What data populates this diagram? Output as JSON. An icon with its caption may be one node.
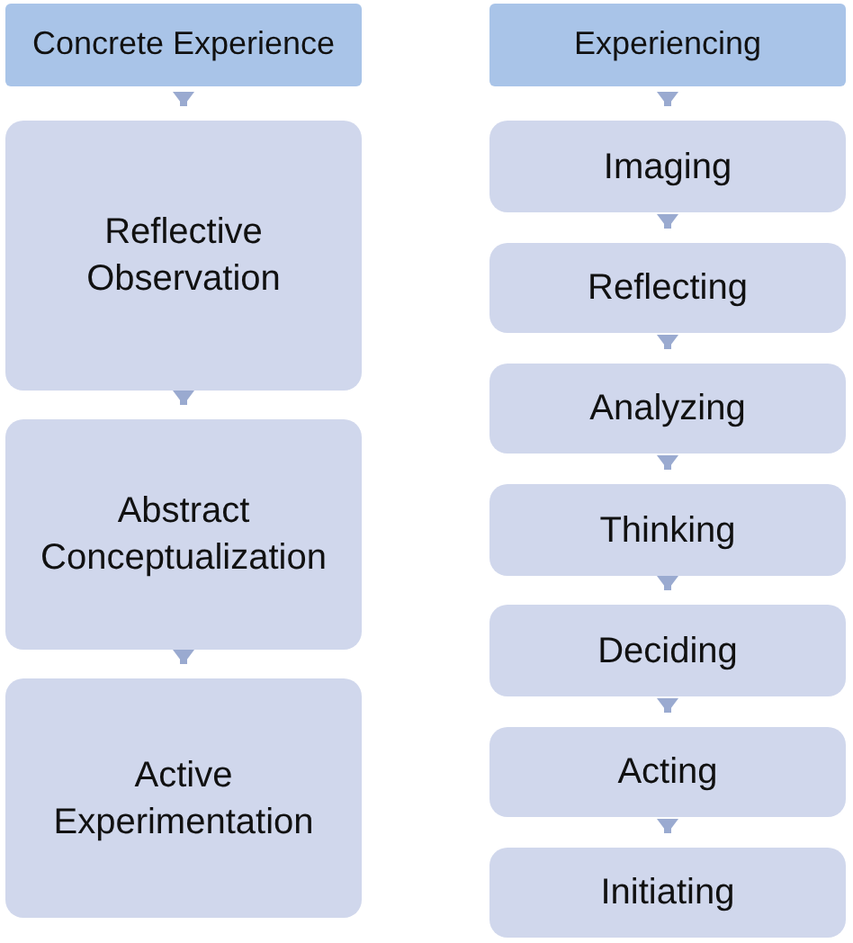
{
  "diagram": {
    "nodes": [
      {
        "text": [
          "Concrete Experience"
        ]
      },
      {
        "text": [
          "Reflective Observation"
        ]
      },
      {
        "text": [
          "Abstract Conceptualization"
        ]
      },
      {
        "text": [
          "Active Experimentation"
        ]
      },
      {
        "text": [
          "Experiencing"
        ]
      },
      {
        "text": [
          "Imaging"
        ]
      },
      {
        "text": [
          "Reflecting"
        ]
      },
      {
        "text": [
          "Analyzing"
        ]
      },
      {
        "text": [
          "Thinking"
        ]
      },
      {
        "text": [
          "Deciding"
        ]
      },
      {
        "text": [
          "Acting"
        ]
      },
      {
        "text": [
          "Initiating"
        ]
      }
    ],
    "edges": [
      {
        "from": 0,
        "to": 1,
        "arrow": "to"
      },
      {
        "from": 1,
        "to": 2,
        "arrow": "to"
      },
      {
        "from": 2,
        "to": 3,
        "arrow": "to"
      },
      {
        "from": 4,
        "to": 5,
        "arrow": "to"
      },
      {
        "from": 5,
        "to": 6,
        "arrow": "to"
      },
      {
        "from": 6,
        "to": 7,
        "arrow": "to"
      },
      {
        "from": 7,
        "to": 8,
        "arrow": "to"
      },
      {
        "from": 8,
        "to": 9,
        "arrow": "to"
      },
      {
        "from": 9,
        "to": 10,
        "arrow": "to"
      },
      {
        "from": 10,
        "to": 11,
        "arrow": "to"
      }
    ]
  }
}
